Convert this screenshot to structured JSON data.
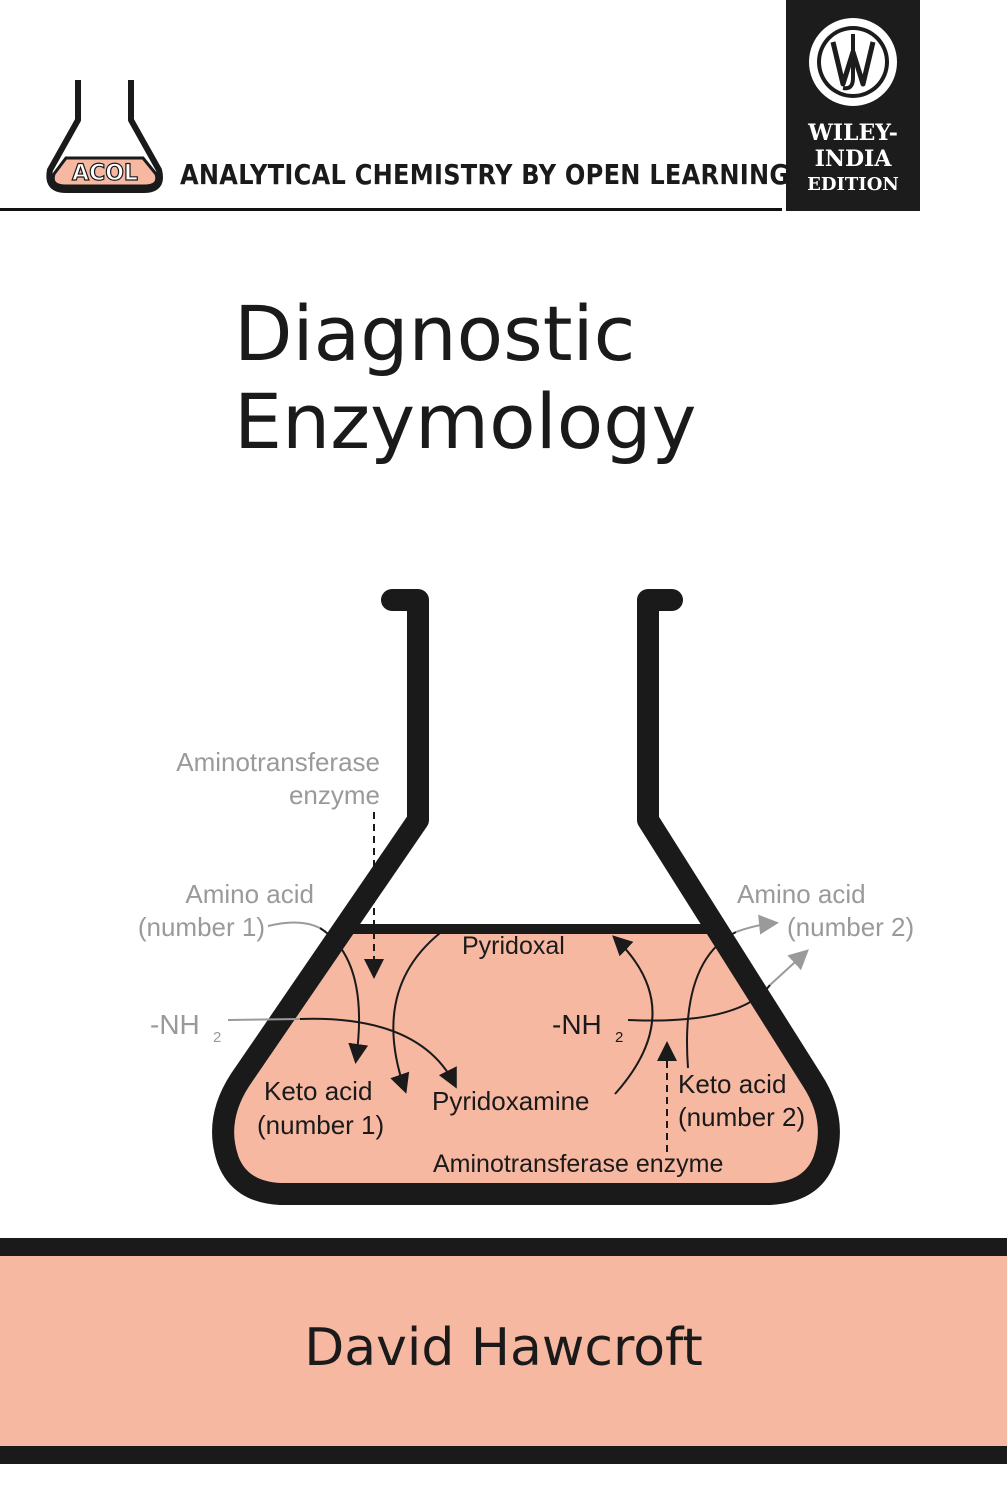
{
  "series": {
    "logo_text": "ACOL",
    "title": "ANALYTICAL CHEMISTRY BY OPEN LEARNING"
  },
  "publisher": {
    "line1": "WILEY-",
    "line2": "INDIA",
    "line3": "EDITION"
  },
  "book": {
    "title_line1": "Diagnostic",
    "title_line2": "Enzymology",
    "author": "David Hawcroft"
  },
  "diagram": {
    "enzyme_top_line1": "Aminotransferase",
    "enzyme_top_line2": "enzyme",
    "amino_acid_1_line1": "Amino acid",
    "amino_acid_1_line2": "(number 1)",
    "amino_acid_2_line1": "Amino acid",
    "amino_acid_2_line2": "(number 2)",
    "nh2_left": "-NH",
    "nh2_left_sub": "2",
    "nh2_right": "-NH",
    "nh2_right_sub": "2",
    "pyridoxal": "Pyridoxal",
    "pyridoxamine": "Pyridoxamine",
    "keto_acid_1_line1": "Keto acid",
    "keto_acid_1_line2": "(number 1)",
    "keto_acid_2_line1": "Keto acid",
    "keto_acid_2_line2": "(number 2)",
    "enzyme_bottom": "Aminotransferase enzyme"
  },
  "colors": {
    "accent_salmon": "#f7b8a2",
    "dark": "#1a1a1a",
    "gray_label": "#9a9a9a"
  }
}
